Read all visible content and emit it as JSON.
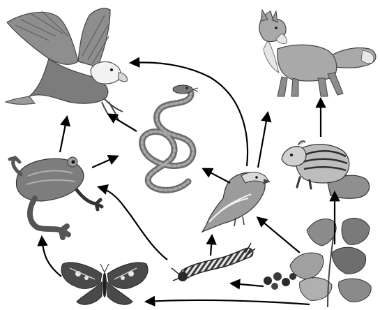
{
  "diagram": {
    "type": "food-web",
    "organisms": [
      {
        "id": "eagle",
        "icon": "eagle-icon"
      },
      {
        "id": "fox",
        "icon": "fox-icon"
      },
      {
        "id": "snake",
        "icon": "snake-icon"
      },
      {
        "id": "frog",
        "icon": "frog-icon"
      },
      {
        "id": "chipmunk",
        "icon": "chipmunk-icon"
      },
      {
        "id": "sparrow",
        "icon": "sparrow-icon"
      },
      {
        "id": "butterfly",
        "icon": "butterfly-icon"
      },
      {
        "id": "caterpillar",
        "icon": "caterpillar-icon"
      },
      {
        "id": "plant",
        "icon": "plant-with-berries-icon"
      }
    ],
    "arrows": [
      {
        "from": "frog",
        "to": "eagle"
      },
      {
        "from": "snake",
        "to": "eagle"
      },
      {
        "from": "sparrow",
        "to": "eagle"
      },
      {
        "from": "frog",
        "to": "snake"
      },
      {
        "from": "sparrow",
        "to": "snake"
      },
      {
        "from": "sparrow",
        "to": "fox"
      },
      {
        "from": "chipmunk",
        "to": "fox"
      },
      {
        "from": "caterpillar",
        "to": "frog"
      },
      {
        "from": "butterfly",
        "to": "frog"
      },
      {
        "from": "caterpillar",
        "to": "sparrow"
      },
      {
        "from": "plant",
        "to": "sparrow"
      },
      {
        "from": "plant",
        "to": "chipmunk"
      },
      {
        "from": "plant",
        "to": "caterpillar"
      },
      {
        "from": "plant",
        "to": "butterfly"
      }
    ],
    "colors": {
      "arrow": "#000000",
      "eagle_body": "#8e8e8e",
      "eagle_head": "#f2f2f2",
      "fox": "#a9a9a9",
      "snake": "#8a8a8a",
      "frog": "#7d7d7d",
      "leaf": "#8c8c8c"
    }
  }
}
